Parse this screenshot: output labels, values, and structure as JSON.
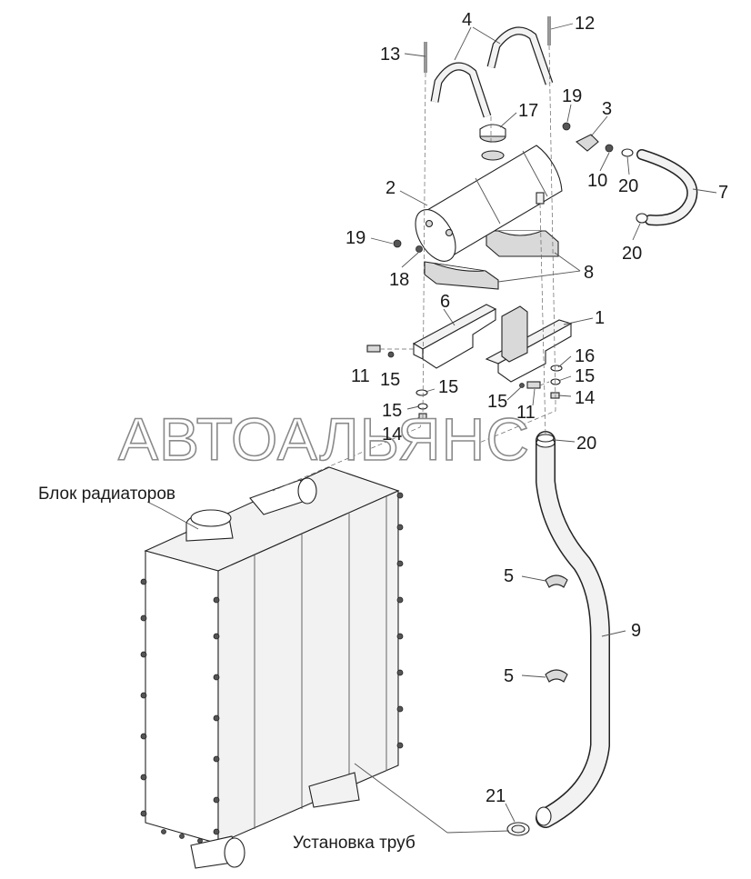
{
  "callouts": [
    {
      "id": "c13a",
      "text": "13"
    },
    {
      "id": "c4",
      "text": "4"
    },
    {
      "id": "c12",
      "text": "12"
    },
    {
      "id": "c19a",
      "text": "19"
    },
    {
      "id": "c17",
      "text": "17"
    },
    {
      "id": "c3",
      "text": "3"
    },
    {
      "id": "c10",
      "text": "10"
    },
    {
      "id": "c20a",
      "text": "20"
    },
    {
      "id": "c7",
      "text": "7"
    },
    {
      "id": "c2",
      "text": "2"
    },
    {
      "id": "c19b",
      "text": "19"
    },
    {
      "id": "c18",
      "text": "18"
    },
    {
      "id": "c20b",
      "text": "20"
    },
    {
      "id": "c8",
      "text": "8"
    },
    {
      "id": "c6",
      "text": "6"
    },
    {
      "id": "c1",
      "text": "1"
    },
    {
      "id": "c11a",
      "text": "11"
    },
    {
      "id": "c15a",
      "text": "15"
    },
    {
      "id": "c15b",
      "text": "15"
    },
    {
      "id": "c16",
      "text": "16"
    },
    {
      "id": "c15c",
      "text": "15"
    },
    {
      "id": "c14a",
      "text": "14"
    },
    {
      "id": "c15d",
      "text": "15"
    },
    {
      "id": "c14b",
      "text": "14"
    },
    {
      "id": "c15e",
      "text": "15"
    },
    {
      "id": "c11b",
      "text": "11"
    },
    {
      "id": "c20c",
      "text": "20"
    },
    {
      "id": "c5a",
      "text": "5"
    },
    {
      "id": "c9",
      "text": "9"
    },
    {
      "id": "c5b",
      "text": "5"
    },
    {
      "id": "c21",
      "text": "21"
    }
  ],
  "labels": {
    "radiator_block": "Блок радиаторов",
    "pipe_installation": "Установка труб"
  },
  "watermark": "АВТОАЛЬЯНС"
}
